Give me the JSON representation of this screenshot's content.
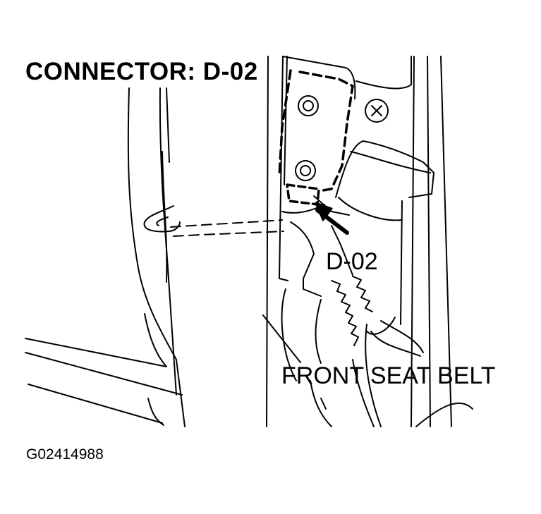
{
  "diagram": {
    "title": "CONNECTOR: D-02",
    "callouts": {
      "connector": "D-02",
      "seat_belt": "FRONT SEAT BELT"
    },
    "figure_id": "G02414988",
    "colors": {
      "ink": "#000000",
      "background": "#ffffff"
    }
  }
}
